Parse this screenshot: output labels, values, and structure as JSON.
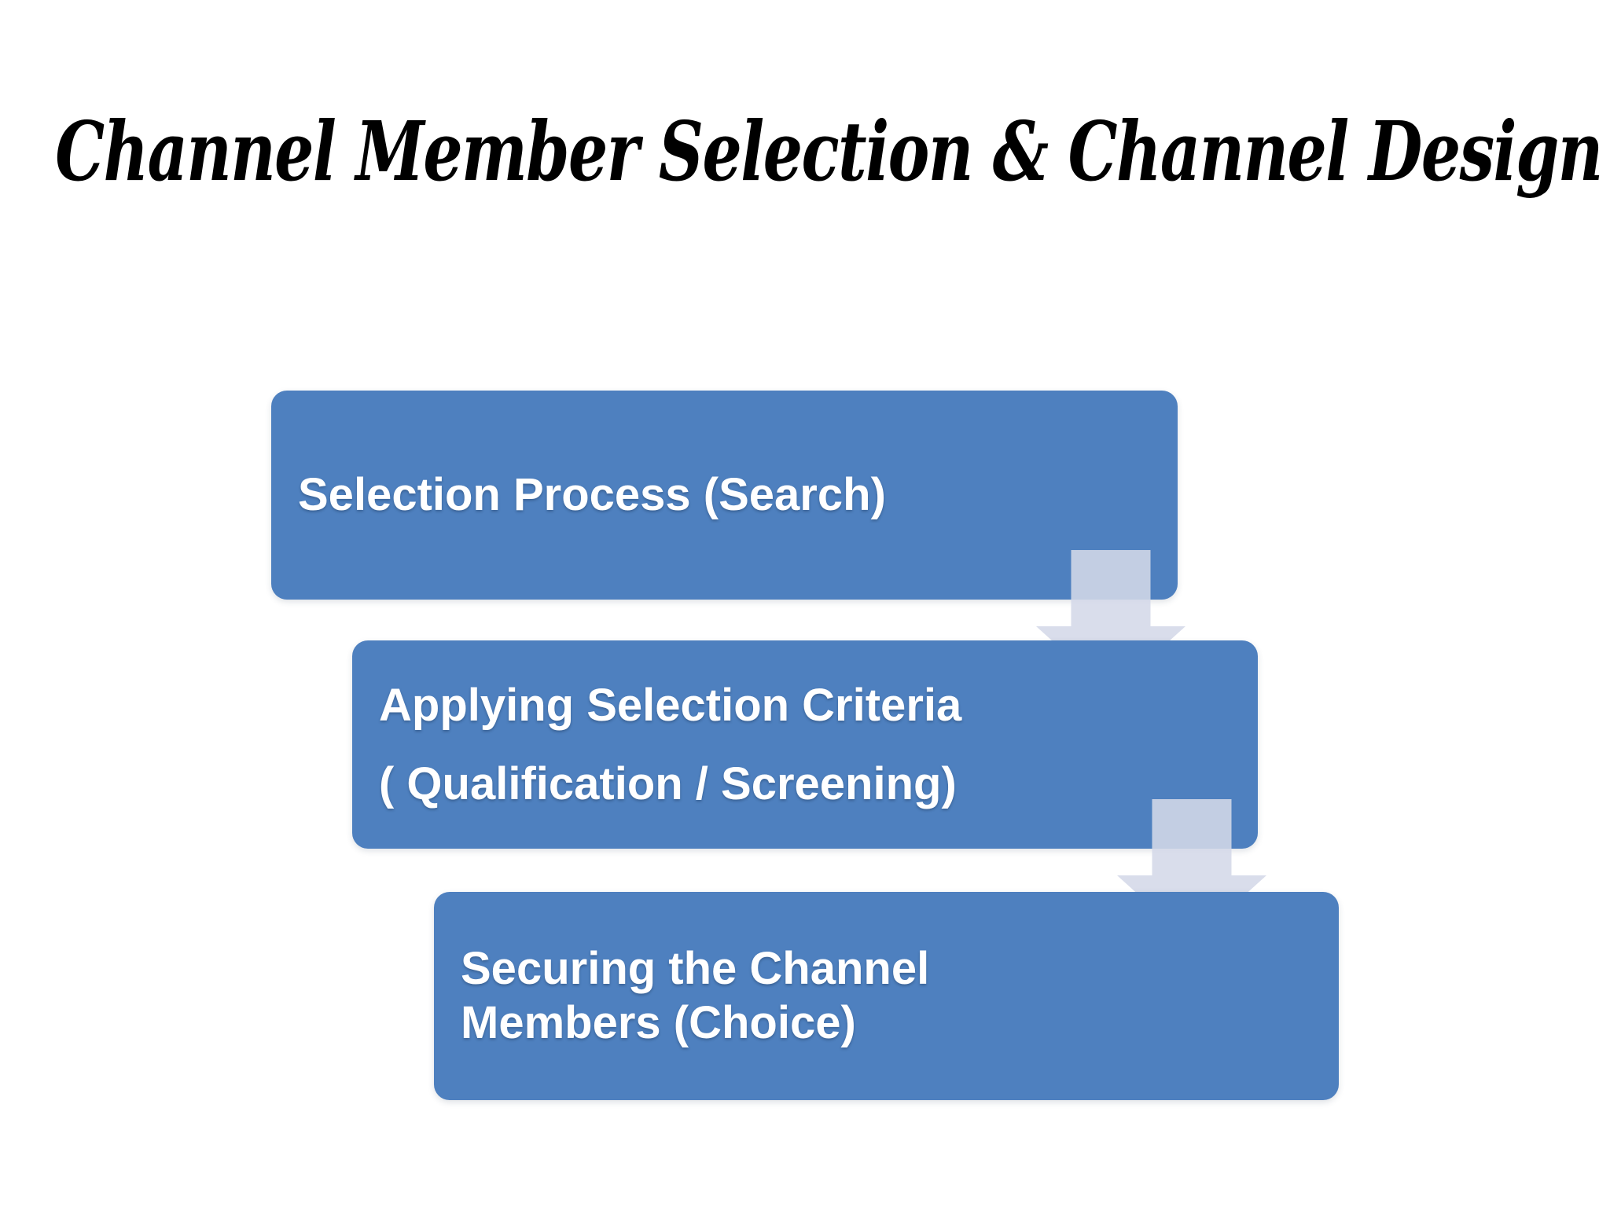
{
  "slide": {
    "title": "Channel Member Selection & Channel Design"
  },
  "diagram": {
    "type": "process-flow",
    "boxes": [
      {
        "name": "selection-process",
        "lines": [
          "Selection Process (Search)"
        ]
      },
      {
        "name": "applying-selection-criteria",
        "lines": [
          "Applying Selection Criteria",
          "( Qualification / Screening)"
        ]
      },
      {
        "name": "securing-channel-members",
        "lines": [
          "Securing the Channel",
          "Members (Choice)"
        ]
      }
    ],
    "arrows": [
      {
        "name": "arrow-step1-to-step2",
        "direction": "down"
      },
      {
        "name": "arrow-step2-to-step3",
        "direction": "down"
      }
    ]
  },
  "colors": {
    "background": "#FFFFFF",
    "box_fill": "#4E80BF",
    "box_text": "#FFFFFF",
    "arrow_fill": "#D4D8E8",
    "title_text": "#000000"
  }
}
